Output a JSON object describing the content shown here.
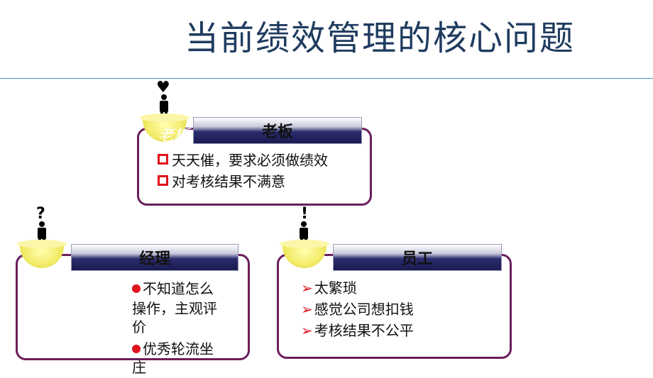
{
  "title": "当前绩效管理的核心问题",
  "boss": {
    "symbol": "♥",
    "ghost": "老板",
    "label": "老板",
    "items": [
      "天天催，要求必须做绩效",
      "对考核结果不满意"
    ]
  },
  "manager": {
    "symbol": "?",
    "label": "经理",
    "items": [
      "不知道怎么",
      "操作，主观评",
      "价",
      "优秀轮流坐",
      "庄"
    ]
  },
  "staff": {
    "symbol": "!",
    "label": "员工",
    "items": [
      "太繁琐",
      "感觉公司想扣钱",
      "考核结果不公平"
    ]
  },
  "colors": {
    "title": "#1f3b5f",
    "border": "#6b1e5c",
    "bullet": "#e0141c",
    "rule": "#3a93c7"
  }
}
